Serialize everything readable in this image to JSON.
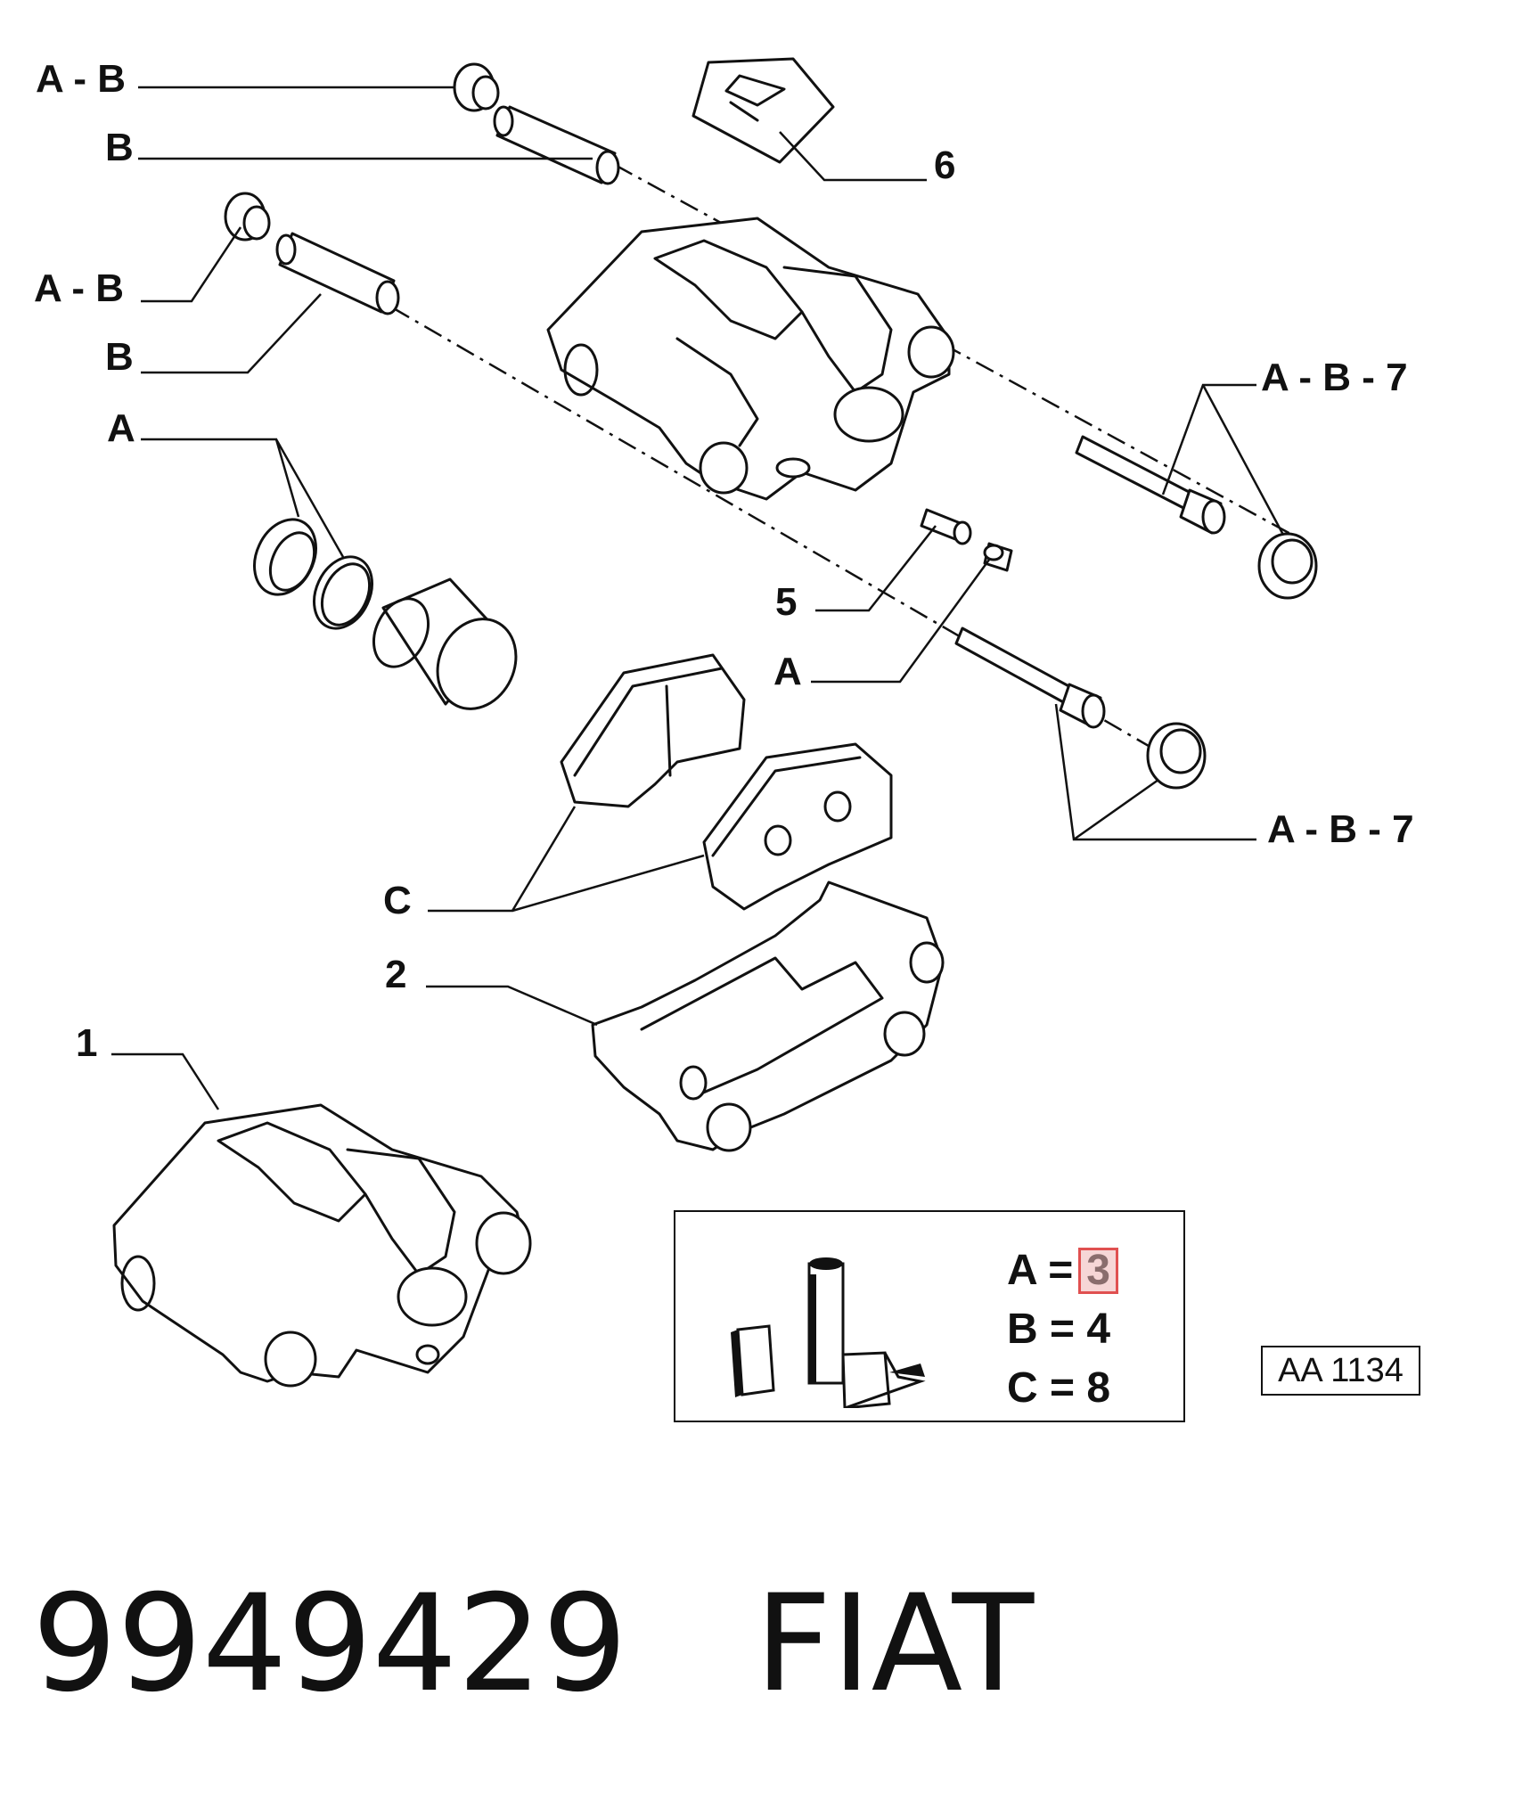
{
  "callouts": {
    "ab_top": "A - B",
    "b_top": "B",
    "ab_mid": "A - B",
    "b_mid": "B",
    "a_left": "A",
    "six": "6",
    "ab7_top": "A - B - 7",
    "five": "5",
    "a_mid": "A",
    "ab7_bottom": "A - B - 7",
    "c": "C",
    "two": "2",
    "one": "1"
  },
  "legend": {
    "a_label": "A =",
    "a_value": "3",
    "b_text": "B = 4",
    "c_text": "C = 8"
  },
  "ref_code": "AA 1134",
  "footer": {
    "part_number": "9949429",
    "brand": "FIAT"
  },
  "colors": {
    "highlight_border": "#e05050",
    "highlight_fill": "#f6d6d6"
  }
}
